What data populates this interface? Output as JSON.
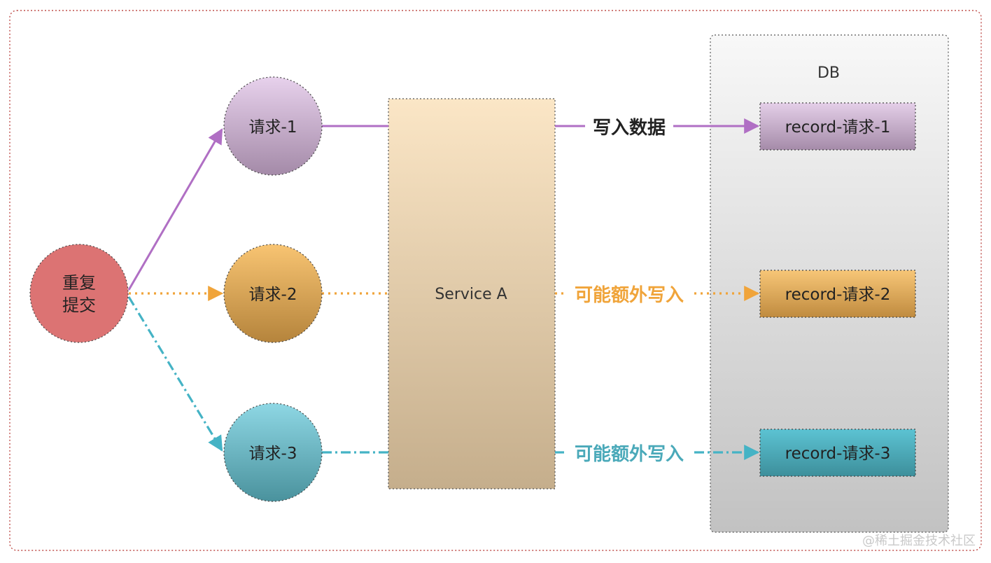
{
  "submit": {
    "label_line1": "重复",
    "label_line2": "提交"
  },
  "requests": [
    {
      "label": "请求-1"
    },
    {
      "label": "请求-2"
    },
    {
      "label": "请求-3"
    }
  ],
  "service": {
    "label": "Service A"
  },
  "db": {
    "label": "DB",
    "records": [
      {
        "label": "record-请求-1"
      },
      {
        "label": "record-请求-2"
      },
      {
        "label": "record-请求-3"
      }
    ]
  },
  "edges": {
    "write_label": "写入数据",
    "maybe_label_2": "可能额外写入",
    "maybe_label_3": "可能额外写入"
  },
  "colors": {
    "purple": "#b06fc4",
    "orange": "#f0a43a",
    "teal": "#45b3c5",
    "submit_fill": "#dc7373",
    "write_label": "#222222",
    "maybe_label_2": "#f0a43a",
    "maybe_label_3": "#4aa9b9"
  },
  "watermark": "@稀土掘金技术社区"
}
